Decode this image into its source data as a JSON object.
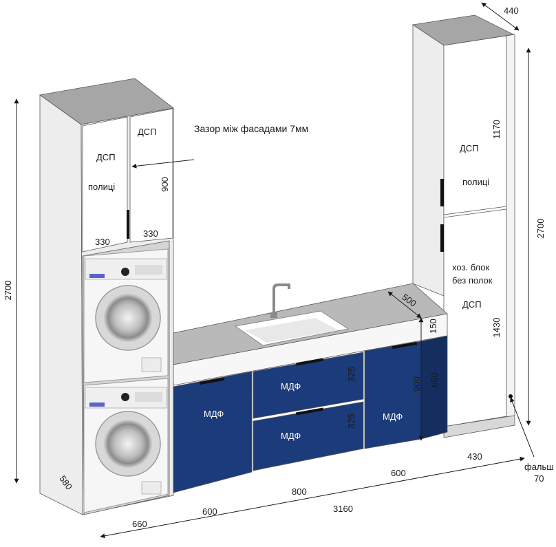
{
  "colors": {
    "panel": "#ededed",
    "panel_dark": "#b9b9b9",
    "top": "#a6a6a6",
    "navy": "#1c3b7a",
    "navy_dark": "#152e60",
    "outline": "#5a5a5a",
    "dim_line": "#1a1a1a"
  },
  "labels": {
    "note_gap": "Зазор між фасадами 7мм",
    "left_dsp_1": "ДСП",
    "left_dsp_2": "ДСП",
    "left_shelves": "полиці",
    "right_dsp_top": "ДСП",
    "right_shelves": "полиці",
    "right_utility_1": "хоз. блок",
    "right_utility_2": "без полок",
    "right_dsp_bottom": "ДСП",
    "mdf_left": "МДФ",
    "mdf_center_top": "МДФ",
    "mdf_center_bottom": "МДФ",
    "mdf_right": "МДФ",
    "falsh_1": "фальш",
    "falsh_2": "70"
  },
  "dimensions": {
    "left_height": "2700",
    "right_height": "2700",
    "left_depth": "580",
    "left_width": "660",
    "right_top_depth": "440",
    "left_door_height": "900",
    "left_door_w1": "330",
    "left_door_w2": "330",
    "right_upper_height": "1170",
    "right_lower_height": "1430",
    "counter_depth": "500",
    "counter_front": "150",
    "base_height": "900",
    "facade_height": "650",
    "drawer_1": "325",
    "drawer_2": "325",
    "seg_600_left": "600",
    "seg_800": "800",
    "seg_600_right": "600",
    "seg_430": "430",
    "total": "3160"
  }
}
